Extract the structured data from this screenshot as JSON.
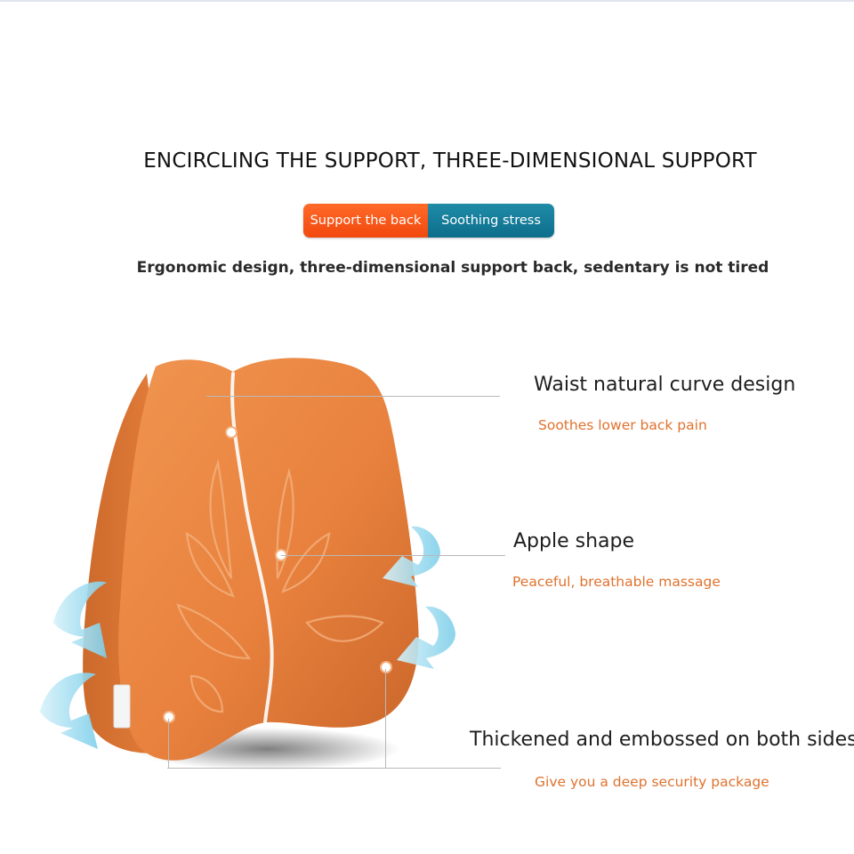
{
  "headline": {
    "part1": "ENCIRCLING THE SUPPORT,",
    "part2": " THREE-DIMENSIONAL SUPPORT"
  },
  "tags": {
    "left": "Support the back",
    "right": "Soothing stress"
  },
  "subline": "Ergonomic design, three-dimensional support back, sedentary is not tired",
  "features": [
    {
      "title": "Waist natural curve design",
      "subtitle": "Soothes lower back pain"
    },
    {
      "title": "Apple shape",
      "subtitle": "Peaceful, breathable massage"
    },
    {
      "title": "Thickened and embossed on both sides",
      "subtitle": "Give you a deep security package"
    }
  ],
  "colors": {
    "cushion": "#e8813d",
    "tag_left": "#f2480e",
    "tag_right": "#0d6e8b",
    "subtitle": "#e0722e",
    "arrow": "#8fd6ec"
  }
}
